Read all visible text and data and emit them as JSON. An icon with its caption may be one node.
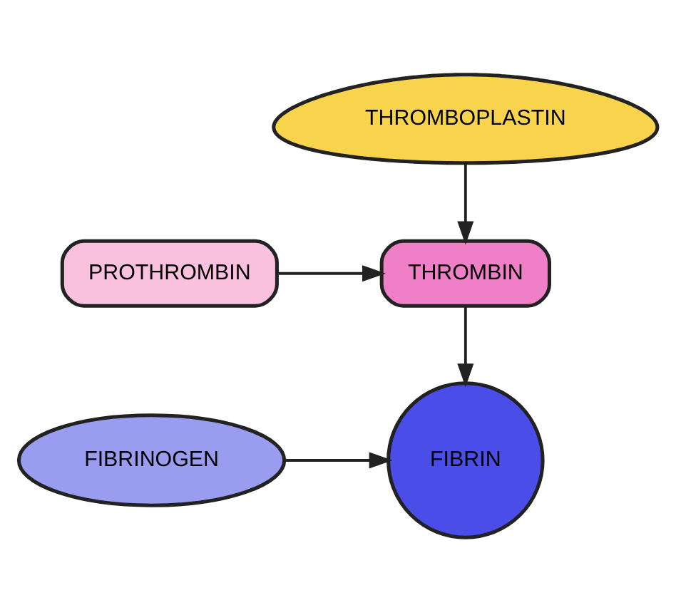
{
  "diagram": {
    "nodes": [
      {
        "text": [
          "THROMBOPLASTIN"
        ]
      },
      {
        "text": [
          "PROTHROMBIN"
        ]
      },
      {
        "text": [
          "THROMBIN"
        ]
      },
      {
        "text": [
          "FIBRINOGEN"
        ]
      },
      {
        "text": [
          "FIBRIN"
        ]
      }
    ],
    "edges": [
      {
        "from": 0,
        "to": 2,
        "arrow": "to"
      },
      {
        "from": 1,
        "to": 2,
        "arrow": "to"
      },
      {
        "from": 2,
        "to": 4,
        "arrow": "to"
      },
      {
        "from": 3,
        "to": 4,
        "arrow": "to"
      }
    ]
  }
}
